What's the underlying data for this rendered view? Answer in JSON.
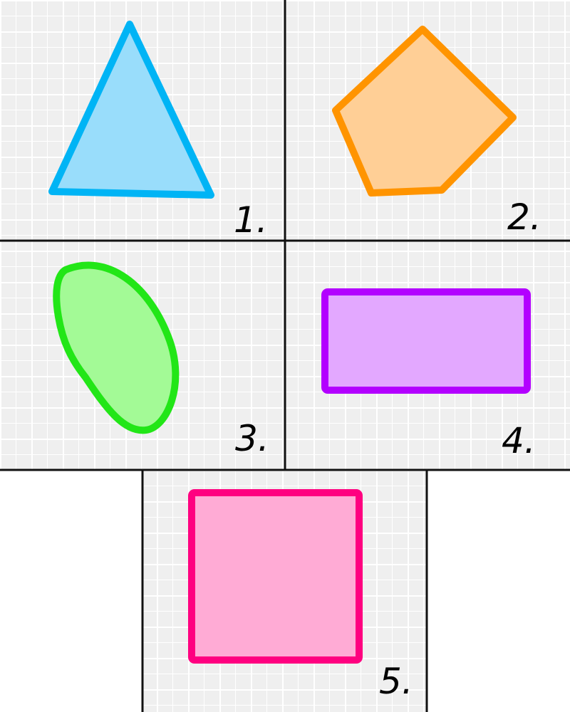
{
  "grid": {
    "major_color": "#e6e6e6",
    "minor_color": "#f4f4f4",
    "paper_color": "#efefef",
    "border_color": "#111111"
  },
  "panels": [
    {
      "id": "1",
      "label": "1.",
      "shape": "triangle",
      "fill": "#99ddfb",
      "stroke": "#00b4f5"
    },
    {
      "id": "2",
      "label": "2.",
      "shape": "pentagon",
      "fill": "#ffcf96",
      "stroke": "#ff9400"
    },
    {
      "id": "3",
      "label": "3.",
      "shape": "blob",
      "fill": "#a3fa96",
      "stroke": "#22e617"
    },
    {
      "id": "4",
      "label": "4.",
      "shape": "rectangle",
      "fill": "#e3a8ff",
      "stroke": "#b300ff"
    },
    {
      "id": "5",
      "label": "5.",
      "shape": "square",
      "fill": "#ffabd5",
      "stroke": "#ff0080"
    }
  ]
}
